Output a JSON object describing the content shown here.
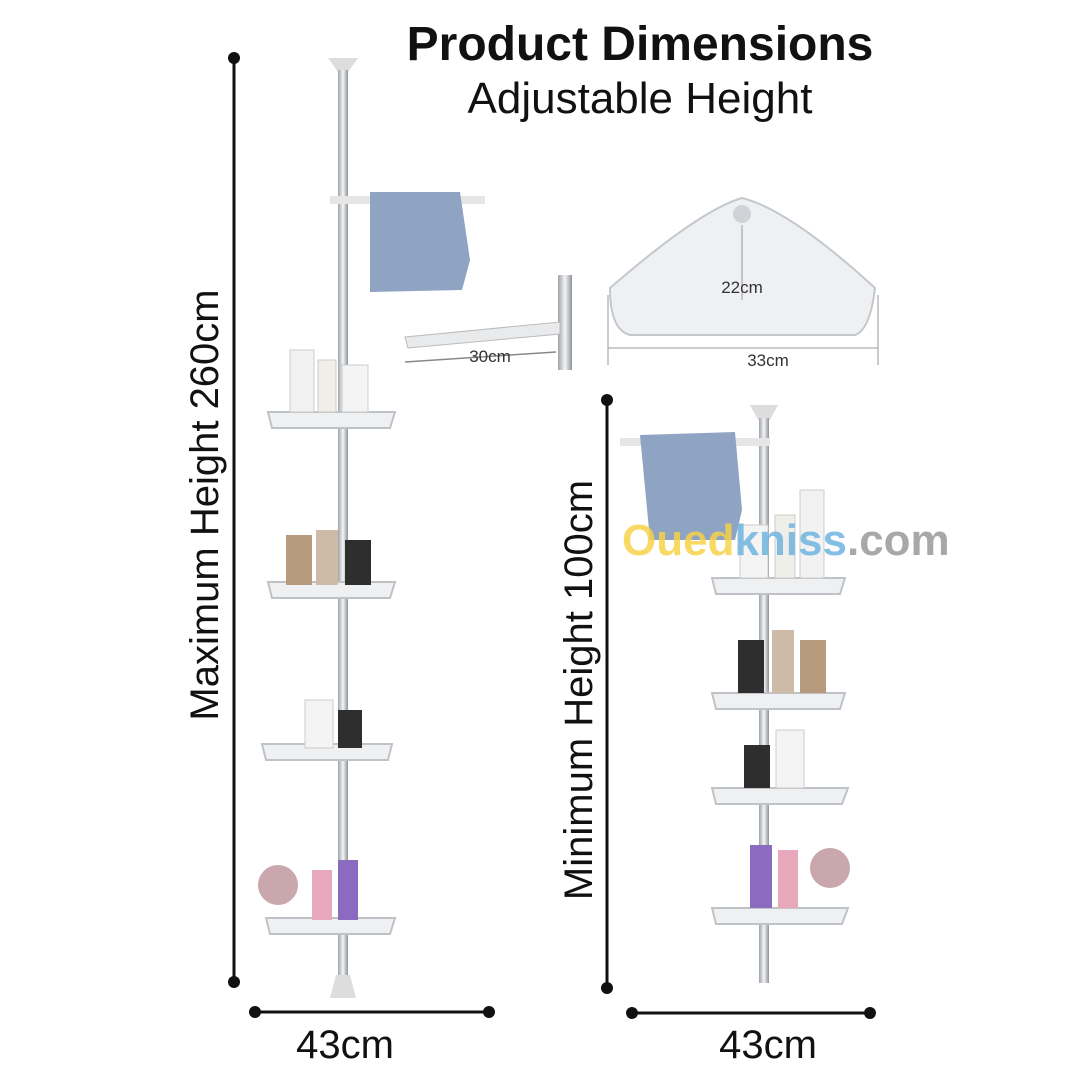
{
  "title": "Product Dimensions",
  "subtitle": "Adjustable Height",
  "max_height_label": "Maximum Height 260cm",
  "min_height_label": "Minimum Height 100cm",
  "left_width_label": "43cm",
  "right_width_label": "43cm",
  "arm_length_label": "30cm",
  "shelf_depth_label": "22cm",
  "shelf_width_label": "33cm",
  "watermark": {
    "part1": "Oued",
    "part2": "kniss",
    "part3": ".com"
  },
  "colors": {
    "line": "#111111",
    "pole": "#c9ccd0",
    "shelf": "#eef0f2",
    "towel": "#8fa3c3",
    "wm1": "#f6d34a",
    "wm2": "#6fb4e0",
    "wm3": "#9a9a9a"
  }
}
